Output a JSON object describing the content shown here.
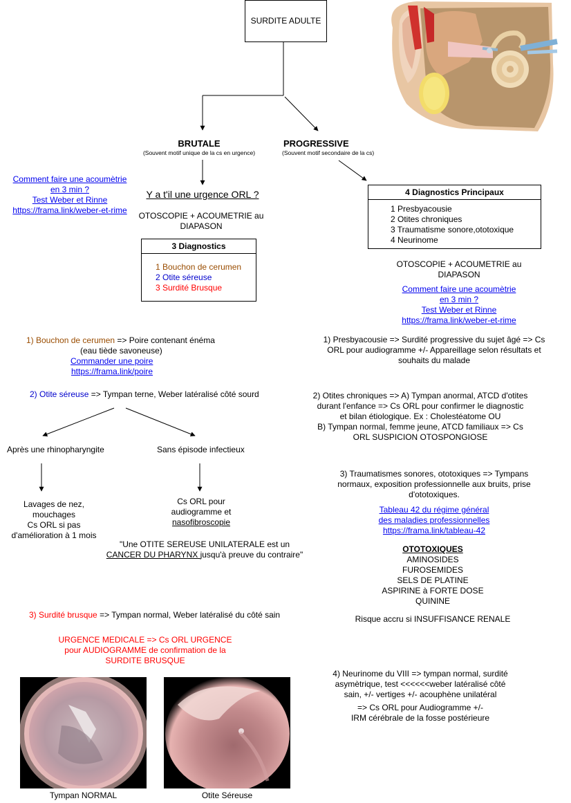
{
  "root": {
    "label": "SURDITE ADULTE"
  },
  "brutale": {
    "title": "BRUTALE",
    "subtitle": "(Souvent motif unique de la cs en urgence)"
  },
  "progressive": {
    "title": "PROGRESSIVE",
    "subtitle": "(Souvent motif secondaire de la cs)"
  },
  "link_left": {
    "l1": "Comment faire une acoumètrie",
    "l2": "en 3 min ?",
    "l3": "Test Weber et Rinne",
    "l4": "https://frama.link/weber-et-rime"
  },
  "urgence": {
    "question": "Y a t'il une urgence ORL ?",
    "exam_l1": "OTOSCOPIE + ACOUMETRIE au",
    "exam_l2": "DIAPASON"
  },
  "diag3": {
    "title": "3 Diagnostics",
    "items": [
      "1 Bouchon de cerumen",
      "2 Otite séreuse",
      "3 Surdité Brusque"
    ]
  },
  "diag4": {
    "title": "4 Diagnostics Principaux",
    "items": [
      "1 Presbyacousie",
      "2 Otites chroniques",
      "3 Traumatisme sonore,ototoxique",
      "4 Neurinome"
    ]
  },
  "right_exam": {
    "l1": "OTOSCOPIE + ACOUMETRIE au",
    "l2": "DIAPASON"
  },
  "link_right": {
    "l1": "Comment faire une acoumètrie",
    "l2": "en 3 min ?",
    "l3": "Test Weber et Rinne",
    "l4": "https://frama.link/weber-et-rime"
  },
  "bouchon": {
    "label": "1) Bouchon de cerumen",
    "text": " => Poire contenant énéma",
    "text2": "(eau tiède savoneuse)",
    "link1": "Commander une poire",
    "link2": "https://frama.link/poire"
  },
  "otite": {
    "label": "2) Otite séreuse",
    "text": " => Tympan terne, Weber latéralisé côté sourd",
    "left_branch": "Après une rhinopharyngite",
    "right_branch": "Sans épisode infectieux",
    "left_l1": "Lavages de nez,",
    "left_l2": "mouchages",
    "left_l3": "Cs ORL si pas",
    "left_l4": "d'amélioration à 1 mois",
    "right_l1": "Cs ORL pour",
    "right_l2": "audiogramme et",
    "right_l3": "nasofibroscopie",
    "quote_l1": "\"Une OTITE SEREUSE UNILATERALE est un",
    "quote_cancer": "CANCER DU PHARYNX ",
    "quote_l2b": "jusqu'à preuve du contraire\""
  },
  "surdite_brusque": {
    "label": "3) Surdité brusque",
    "text": " => Tympan normal, Weber latéralisé du côté sain",
    "urg_l1": "URGENCE MEDICALE => Cs ORL URGENCE",
    "urg_l2": "pour AUDIOGRAMME de confirmation de la",
    "urg_l3": "SURDITE BRUSQUE"
  },
  "images": {
    "caption1": "Tympan NORMAL",
    "caption2": "Otite Séreuse"
  },
  "presby": {
    "l1": "1) Presbyacousie => Surdité progressive du sujet âgé => Cs",
    "l2": "ORL pour audiogramme +/- Appareillage selon résultats et",
    "l3": "souhaits du malade"
  },
  "otites_chro": {
    "l1": "2) Otites chroniques => A) Tympan anormal, ATCD d'otites",
    "l2": "durant l'enfance => Cs ORL pour confirmer le diagnostic",
    "l3": "et bilan étiologique. Ex : Cholestéatome OU",
    "l4": "B) Tympan normal, femme jeune, ATCD familiaux => Cs",
    "l5": "ORL SUSPICION OTOSPONGIOSE"
  },
  "trauma": {
    "l1": "3) Traumatismes sonores, ototoxiques => Tympans",
    "l2": "normaux, exposition professionnelle aux bruits, prise",
    "l3": "d'ototoxiques.",
    "link1": "Tableau 42 du régime général",
    "link2": "des maladies professionnelles ",
    "link3": "https://frama.link/tableau-42"
  },
  "ototox": {
    "title": "OTOTOXIQUES",
    "items": [
      "AMINOSIDES",
      "FUROSEMIDES",
      "SELS DE PLATINE",
      "ASPIRINE à FORTE DOSE",
      "QUININE"
    ],
    "risk": "Risque accru si INSUFFISANCE RENALE"
  },
  "neurinome": {
    "l1": "4) Neurinome du VIII => tympan normal, surdité",
    "l2": "asymètrique, test <<<<<<weber latéralisé côté",
    "l3": "sain, +/- vertiges +/- acouphène unilatéral",
    "l4": "=> Cs ORL pour Audiogramme +/-",
    "l5": "IRM cérébrale de la fosse postérieure"
  },
  "colors": {
    "brown": "#994c00",
    "blue": "#0000cc",
    "red": "#ff0000",
    "link": "#0000ee"
  }
}
